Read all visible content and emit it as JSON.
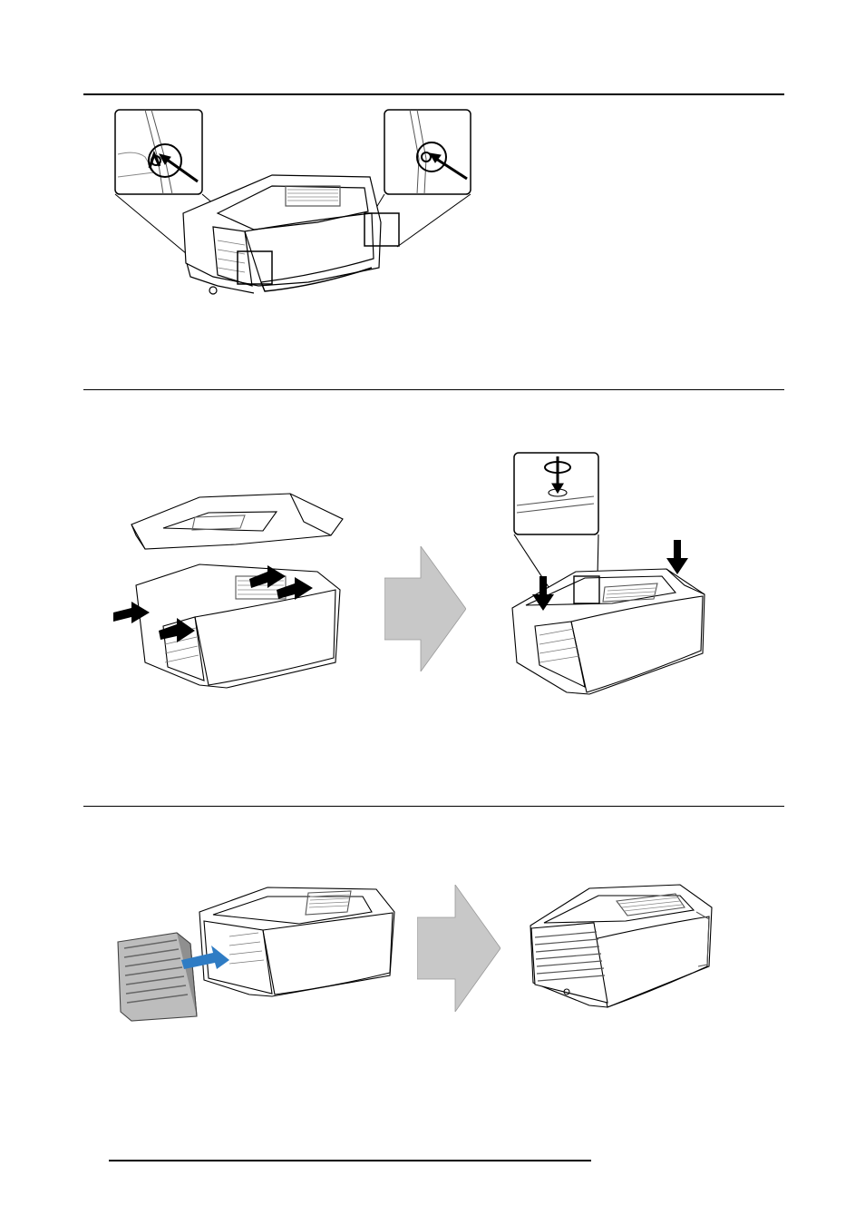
{
  "page": {
    "background": "#ffffff",
    "rule_color": "#000000",
    "arrow_fill": "#c8c8c8",
    "insert_arrow_color": "#2f7cc4"
  },
  "sections": [
    {
      "figure": "projector-front-with-two-screw-detail-insets"
    },
    {
      "figure": "cover-removal-then-cover-placement-with-screw-inset"
    },
    {
      "figure": "front-grille-insertion-then-assembled-projector"
    }
  ]
}
